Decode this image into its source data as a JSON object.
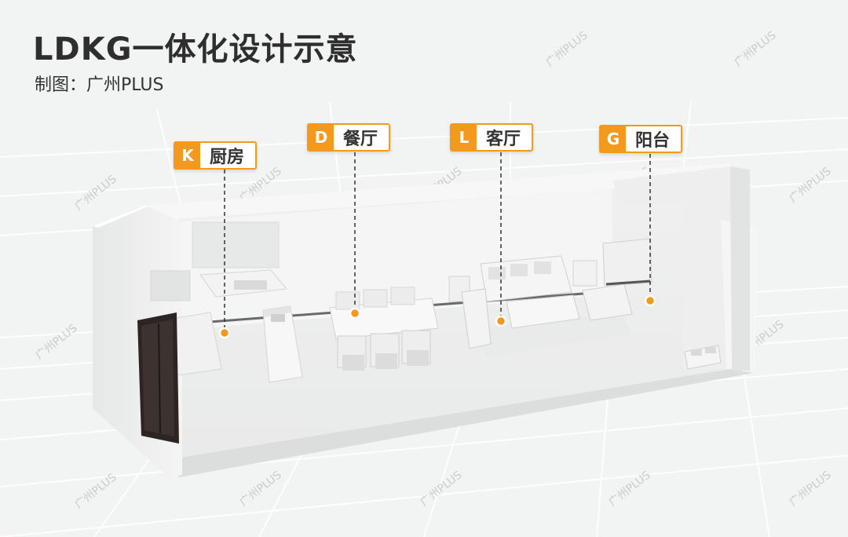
{
  "header": {
    "title": "LDKG一体化设计示意",
    "subtitle": "制图：广州PLUS"
  },
  "watermark": "广州PLUS",
  "zones": [
    {
      "letter": "K",
      "label": "厨房"
    },
    {
      "letter": "D",
      "label": "餐厅"
    },
    {
      "letter": "L",
      "label": "客厅"
    },
    {
      "letter": "G",
      "label": "阳台"
    }
  ],
  "colors": {
    "accent": "#f39a1e",
    "background": "#f2f3f3",
    "title": "#2e2e2e"
  }
}
